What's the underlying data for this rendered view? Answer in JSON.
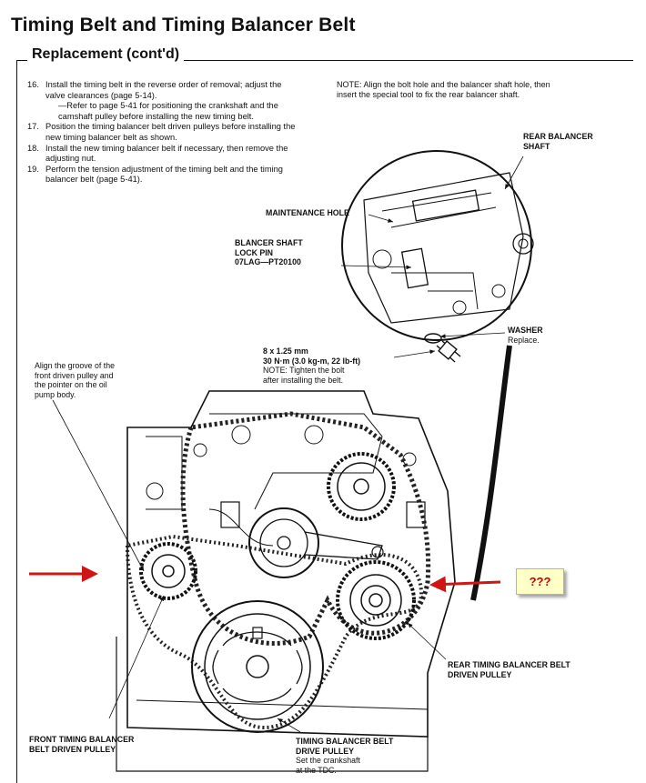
{
  "header": {
    "title": "Timing Belt and Timing Balancer Belt",
    "section": "Replacement (cont'd)"
  },
  "steps": [
    {
      "num": "16.",
      "text": "Install the timing belt in the reverse order of removal; adjust the valve clearances (page 5-14).",
      "sub": "—Refer to page 5-41 for positioning the crankshaft and the camshaft pulley before installing the new timing belt."
    },
    {
      "num": "17.",
      "text": "Position the timing balancer belt driven pulleys before installing the new timing balancer belt as shown."
    },
    {
      "num": "18.",
      "text": "Install the new timing balancer belt if necessary, then remove the adjusting nut."
    },
    {
      "num": "19.",
      "text": "Perform the tension adjustment of the timing belt and the timing balancer belt (page 5-41)."
    }
  ],
  "note_top": "NOTE: Align the bolt hole and the balancer shaft hole, then insert the special tool to fix the rear balancer shaft.",
  "labels": {
    "rear_balancer_shaft": [
      "REAR BALANCER",
      "SHAFT"
    ],
    "maintenance_hole": "MAINTENANCE HOLE",
    "lock_pin": [
      "BLANCER SHAFT",
      "LOCK PIN",
      "07LAG—PT20100"
    ],
    "washer": "WASHER",
    "washer_note": "Replace.",
    "bolt": [
      "8 x 1.25 mm",
      "30 N·m (3.0 kg-m, 22 lb-ft)",
      "NOTE: Tighten the bolt",
      "after installing the belt."
    ],
    "align_note": [
      "Align the groove of the",
      "front driven pulley and",
      "the pointer on the oil",
      "pump body."
    ],
    "rear_driven": [
      "REAR TIMING BALANCER BELT",
      "DRIVEN PULLEY"
    ],
    "front_driven": [
      "FRONT TIMING BALANCER",
      "BELT DRIVEN PULLEY"
    ],
    "drive_pulley": [
      "TIMING BALANCER BELT",
      "DRIVE PULLEY"
    ],
    "drive_note": [
      "Set the crankshaft",
      "at the TDC."
    ]
  },
  "annotation": {
    "text": "???",
    "color": "#cc0000",
    "arrow_color": "#d01515",
    "box_fill": "#ffffc8"
  }
}
